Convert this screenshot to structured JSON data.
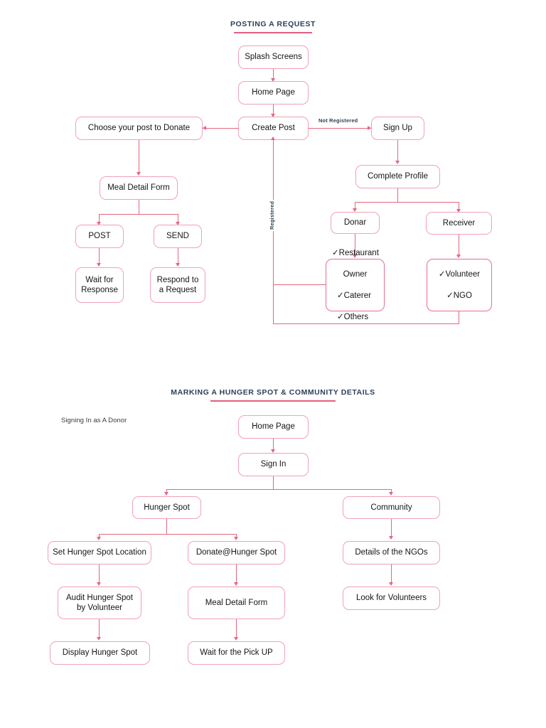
{
  "page": {
    "background": "#ffffff",
    "accent_line": "#e4667f",
    "node_border": "#f2a1b5",
    "heading_color": "#2e4057"
  },
  "sections": [
    {
      "id": "posting-a-request",
      "title": "POSTING A REQUEST",
      "nodes": {
        "splash_screens": "Splash Screens",
        "home_page": "Home Page",
        "create_post": "Create Post",
        "choose_post": "Choose your post to Donate",
        "meal_detail_form": "Meal Detail Form",
        "post": "POST",
        "send": "SEND",
        "wait_for_response": "Wait for\nResponse",
        "respond_to_request": "Respond to\na Request",
        "sign_up": "Sign Up",
        "complete_profile": "Complete Profile",
        "donar": "Donar",
        "receiver": "Receiver"
      },
      "donor_types": [
        "✓Restaurant",
        "Owner",
        "✓Caterer",
        "✓Others"
      ],
      "receiver_types": [
        "✓Volunteer",
        "✓NGO"
      ],
      "edge_labels": {
        "not_registered": "Not Registered",
        "registered": "Registered"
      }
    },
    {
      "id": "marking-a-hunger-spot",
      "title": "MARKING A HUNGER SPOT & COMMUNITY DETAILS",
      "note": "Signing In as A Donor",
      "nodes": {
        "home_page": "Home Page",
        "sign_in": "Sign In",
        "hunger_spot": "Hunger Spot",
        "community": "Community",
        "set_hunger_spot_location": "Set Hunger Spot Location",
        "donate_at_hunger_spot": "Donate@Hunger Spot",
        "details_of_ngos": "Details of the NGOs",
        "audit_hunger_spot": "Audit Hunger Spot\nby Volunteer",
        "meal_detail_form": "Meal Detail Form",
        "look_for_volunteers": "Look for Volunteers",
        "display_hunger_spot": "Display Hunger Spot",
        "wait_for_pickup": "Wait for the Pick UP"
      }
    }
  ]
}
